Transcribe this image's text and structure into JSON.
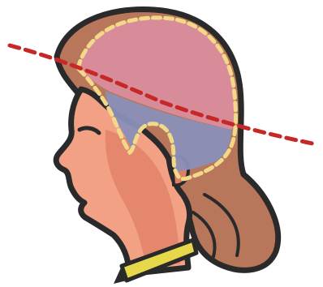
{
  "figure": {
    "subject": "head-profile-with-hair-sections",
    "regions": [
      {
        "id": "upper-hair-section",
        "label": "",
        "color": "#d98c9c"
      },
      {
        "id": "lower-hair-section",
        "label": "",
        "color": "#8a8fb8"
      }
    ],
    "lines": [
      {
        "id": "parting-line",
        "style": "dashed",
        "color": "#c62828"
      },
      {
        "id": "section-outline",
        "style": "dashed",
        "color": "#f2d98a"
      }
    ],
    "colors": {
      "skin": "#f2a184",
      "skin_shade": "#e07f64",
      "hair": "#b8765a",
      "outline": "#2a2a2a",
      "collar": "#e6d84a"
    }
  }
}
